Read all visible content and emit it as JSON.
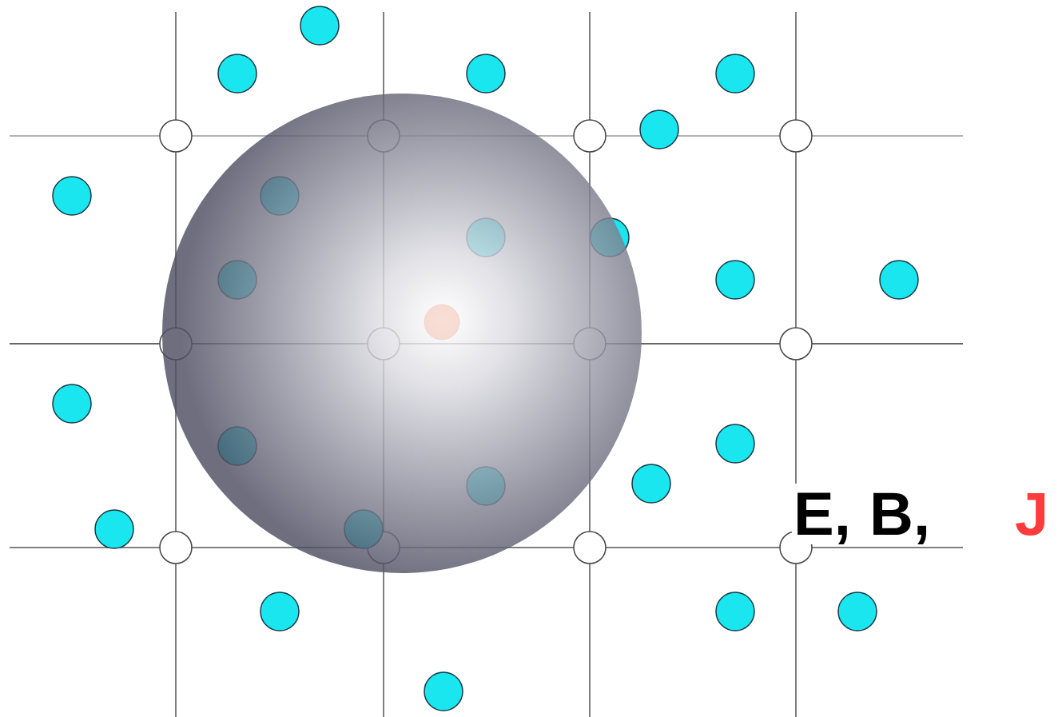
{
  "diagram": {
    "labels": [
      "E,",
      "B,",
      "J"
    ]
  }
}
